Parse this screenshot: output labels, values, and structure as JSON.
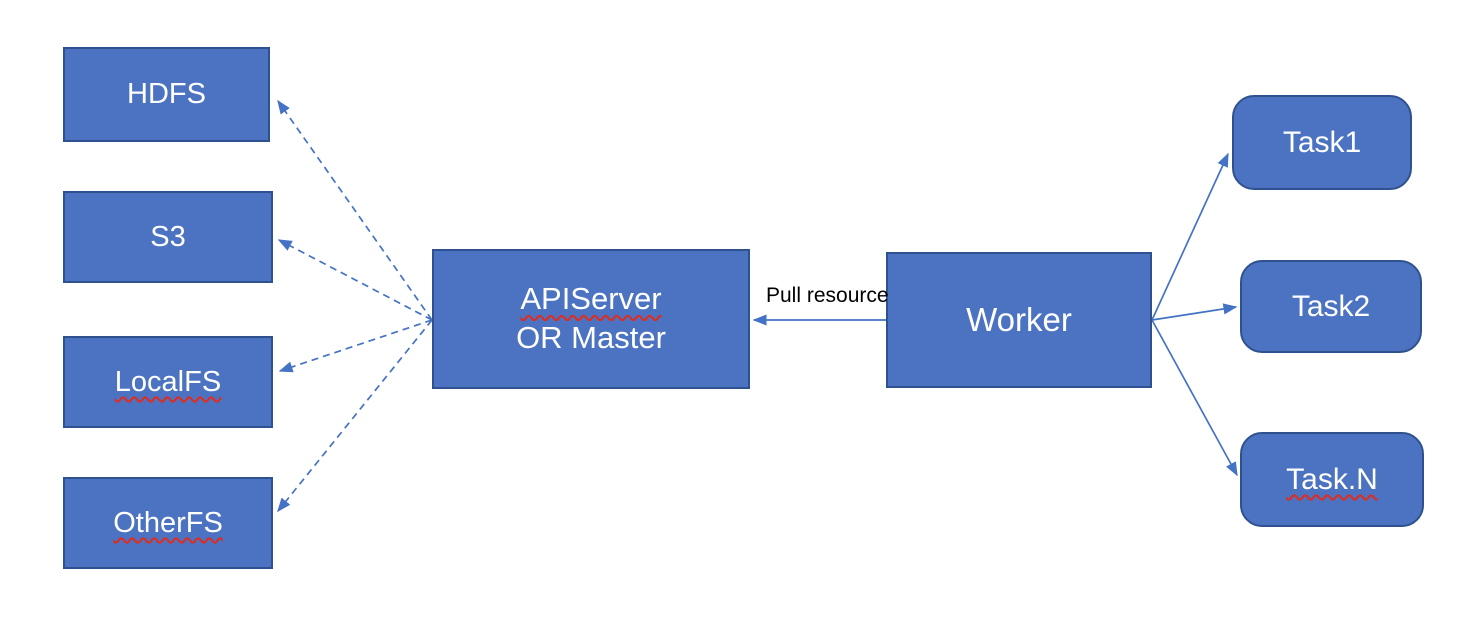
{
  "colors": {
    "node_fill": "#4C73C2",
    "node_border": "#2F528F",
    "arrow": "#4472C4",
    "node_text": "#ffffff",
    "edge_label_text": "#000000",
    "spellcheck_underline": "#E02B1D"
  },
  "diagram": {
    "storage_nodes": [
      {
        "label": "HDFS"
      },
      {
        "label": "S3"
      },
      {
        "label": "LocalFS"
      },
      {
        "label": "OtherFS"
      }
    ],
    "master_node": {
      "line1": "APIServer",
      "line2": "OR Master"
    },
    "worker_node": {
      "label": "Worker"
    },
    "task_nodes": [
      {
        "label": "Task1"
      },
      {
        "label": "Task2"
      },
      {
        "label": "Task.N"
      }
    ],
    "pull_edge": {
      "label": "Pull resource"
    }
  }
}
